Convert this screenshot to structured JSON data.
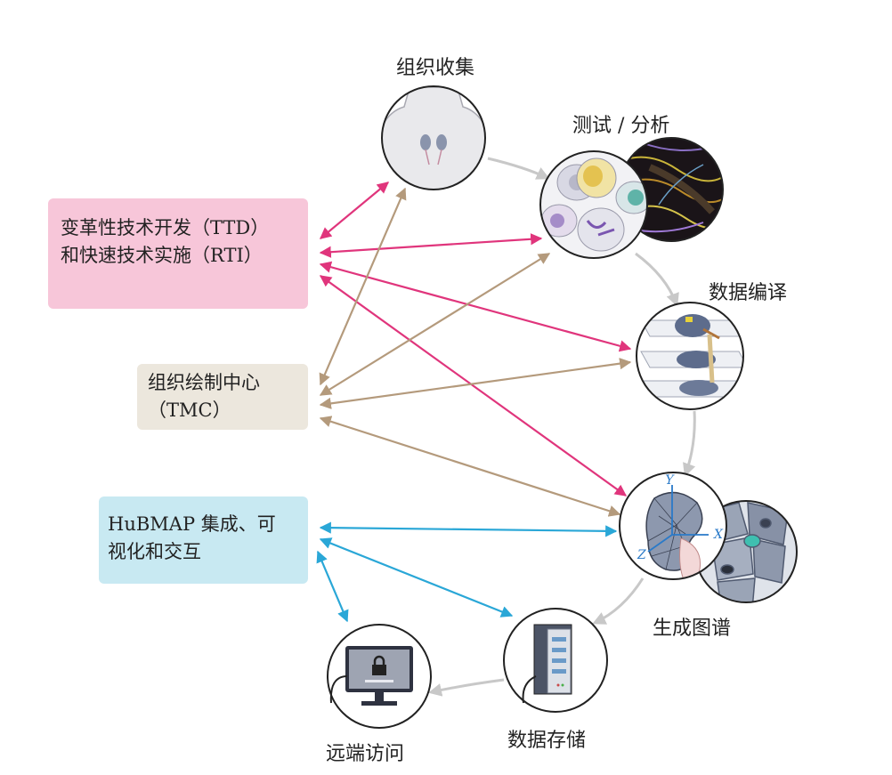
{
  "boxes": {
    "ttd": {
      "line1": "变革性技术开发（TTD）",
      "line2": "和快速技术实施（RTI）",
      "color": "#f7c6d9"
    },
    "tmc": {
      "line1": "组织绘制中心",
      "line2": "（TMC）",
      "color": "#ece7dd"
    },
    "hub": {
      "line1": "HuBMAP 集成、可",
      "line2": "视化和交互",
      "color": "#c8e9f2"
    }
  },
  "steps": {
    "collect": "组织收集",
    "assay": "测试 / 分析",
    "compile": "数据编译",
    "map": "生成图谱",
    "store": "数据存储",
    "access": "远端访问"
  },
  "axes": {
    "x": "X",
    "y": "Y",
    "z": "Z"
  },
  "colors": {
    "pink": "#e0357c",
    "tan": "#b49a7c",
    "blue": "#2aa7d7",
    "cycle": "#c8c8c8"
  },
  "icons": [
    "human-torso-icon",
    "cells-icon",
    "tissue-stain-icon",
    "tissue-slices-icon",
    "organ-mesh-icon",
    "cell-cluster-icon",
    "server-tower-icon",
    "monitor-lock-icon"
  ]
}
